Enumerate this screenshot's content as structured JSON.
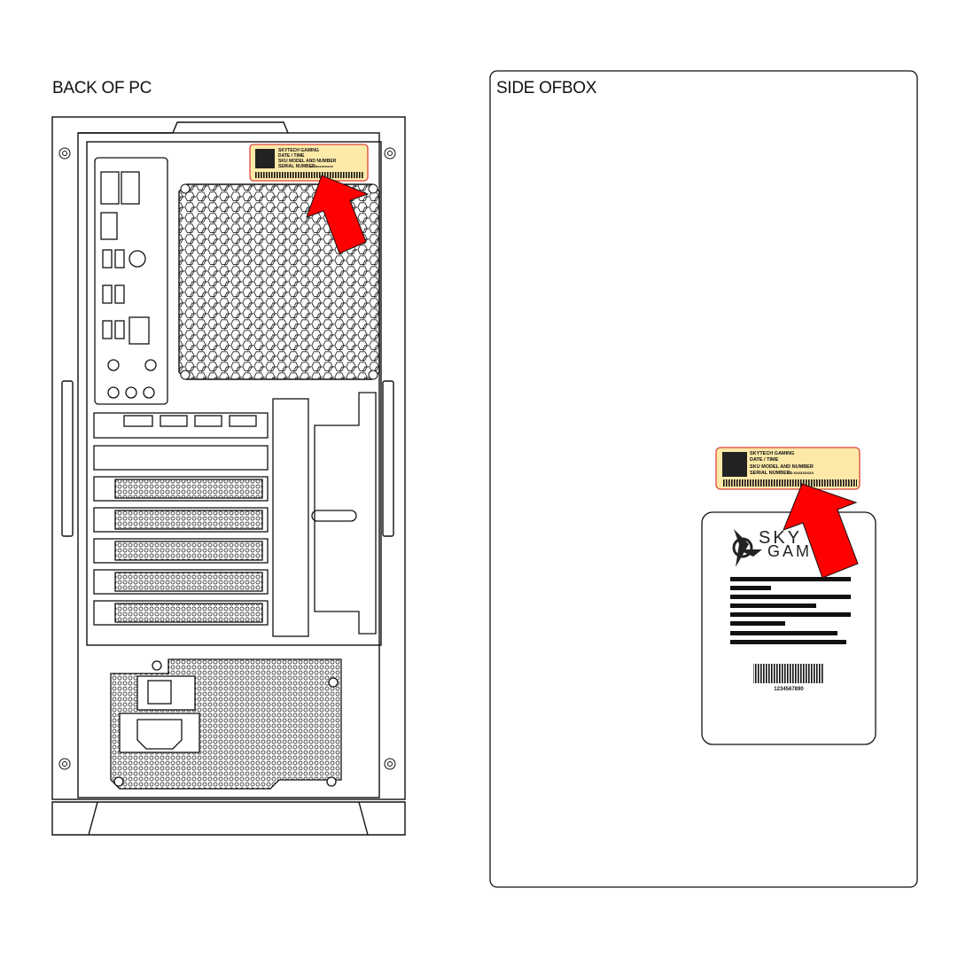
{
  "back_panel": {
    "title": "BACK OF PC"
  },
  "side_panel": {
    "title": "SIDE OFBOX"
  },
  "serial_label": {
    "line1": "SKYTECH GAMING",
    "line2": "DATE / TIME",
    "line3": "SKU MODEL AND NUMBER",
    "line4_prefix": "SERIAL NUMBER:",
    "line4_value": "xx-xxxxxxxxx"
  },
  "box_card": {
    "logo_text_top": "SKYTECH",
    "logo_text_bottom": "GAMING",
    "barcode_number": "1234567890"
  },
  "colors": {
    "label_fill": "#fde9a8",
    "label_border": "#e0453a",
    "arrow": "#ff0000"
  }
}
